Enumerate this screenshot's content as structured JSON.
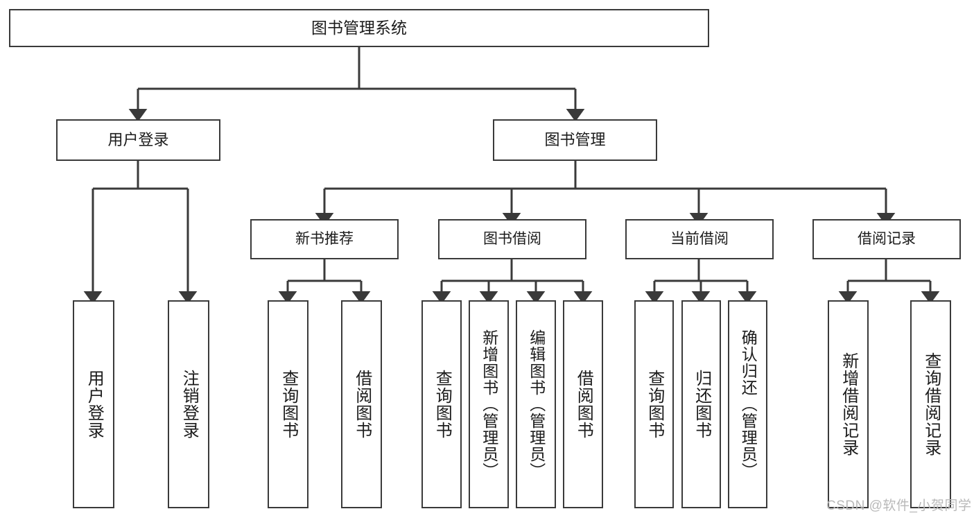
{
  "diagram": {
    "title": "图书管理系统",
    "type": "tree-hierarchy",
    "orientation": "top-down",
    "colors": {
      "box_border": "#3a3a3a",
      "box_fill": "#ffffff",
      "edge": "#3a3a3a",
      "text": "#1b1b1b",
      "watermark": "#b9b9b9",
      "background": "#ffffff"
    }
  },
  "nodes": {
    "root": {
      "label": "图书管理系统"
    },
    "user_login": {
      "label": "用户登录"
    },
    "book_manage": {
      "label": "图书管理"
    },
    "new_book_rec": {
      "label": "新书推荐"
    },
    "book_borrow": {
      "label": "图书借阅"
    },
    "current_borrow": {
      "label": "当前借阅"
    },
    "borrow_record": {
      "label": "借阅记录"
    },
    "leaf_user_login": {
      "label": "用户登录"
    },
    "leaf_logout": {
      "label": "注销登录"
    },
    "leaf_query_book_1": {
      "label": "查询图书"
    },
    "leaf_borrow_book_1": {
      "label": "借阅图书"
    },
    "leaf_query_book_2": {
      "label": "查询图书"
    },
    "leaf_add_book": {
      "label": "新增图书（管理员）"
    },
    "leaf_edit_book": {
      "label": "编辑图书（管理员）"
    },
    "leaf_borrow_book_2": {
      "label": "借阅图书"
    },
    "leaf_query_book_3": {
      "label": "查询图书"
    },
    "leaf_return_book": {
      "label": "归还图书"
    },
    "leaf_confirm_return": {
      "label": "确认归还（管理员）"
    },
    "leaf_add_record": {
      "label": "新增借阅记录"
    },
    "leaf_query_record": {
      "label": "查询借阅记录"
    }
  },
  "tree": [
    {
      "label": "图书管理系统",
      "children": [
        {
          "label": "用户登录",
          "children": [
            {
              "label": "用户登录"
            },
            {
              "label": "注销登录"
            }
          ]
        },
        {
          "label": "图书管理",
          "children": [
            {
              "label": "新书推荐",
              "children": [
                {
                  "label": "查询图书"
                },
                {
                  "label": "借阅图书"
                }
              ]
            },
            {
              "label": "图书借阅",
              "children": [
                {
                  "label": "查询图书"
                },
                {
                  "label": "新增图书（管理员）"
                },
                {
                  "label": "编辑图书（管理员）"
                },
                {
                  "label": "借阅图书"
                }
              ]
            },
            {
              "label": "当前借阅",
              "children": [
                {
                  "label": "查询图书"
                },
                {
                  "label": "归还图书"
                },
                {
                  "label": "确认归还（管理员）"
                }
              ]
            },
            {
              "label": "借阅记录",
              "children": [
                {
                  "label": "新增借阅记录"
                },
                {
                  "label": "查询借阅记录"
                }
              ]
            }
          ]
        }
      ]
    }
  ],
  "watermark": {
    "text": "CSDN @软件_小贺同学"
  }
}
